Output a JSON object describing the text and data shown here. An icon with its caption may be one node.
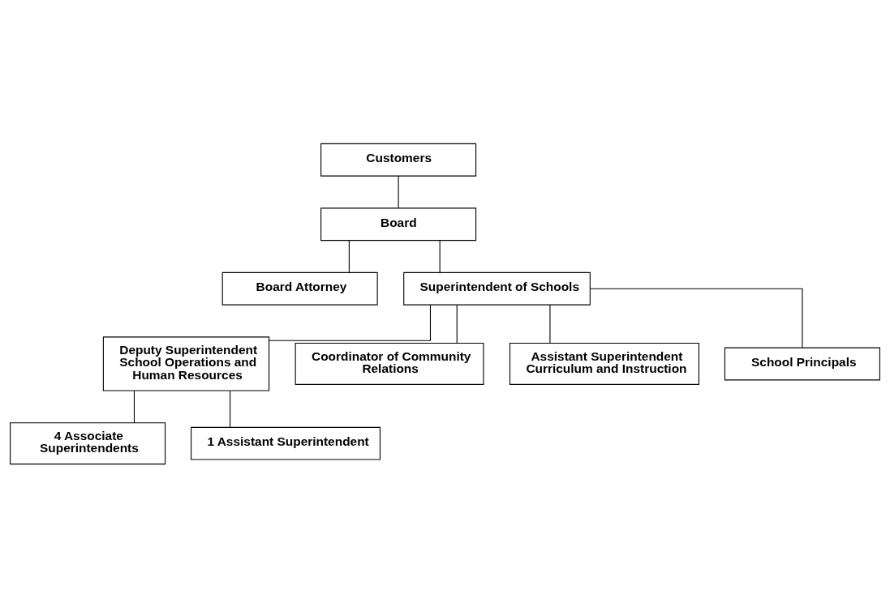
{
  "diagram": {
    "nodes": [
      {
        "text": [
          "Customers"
        ]
      },
      {
        "text": [
          "Board"
        ]
      },
      {
        "text": [
          "Board Attorney"
        ]
      },
      {
        "text": [
          "Superintendent of Schools"
        ]
      },
      {
        "text": [
          "Deputy Superintendent School Operations and Human Resources"
        ]
      },
      {
        "text": [
          "Coordinator of Community Relations"
        ]
      },
      {
        "text": [
          "4 Associate Superintendents"
        ]
      },
      {
        "text": [
          "1 Assistant Superintendent"
        ]
      },
      {
        "text": [
          "Assistant Superintendent Curriculum and Instruction"
        ]
      },
      {
        "text": [
          "School Principals"
        ]
      }
    ],
    "edges": [
      {
        "from": 0,
        "to": 1,
        "arrow": "none"
      },
      {
        "from": 1,
        "to": 2,
        "arrow": "none"
      },
      {
        "from": 1,
        "to": 3,
        "arrow": "none"
      },
      {
        "from": 3,
        "to": 4,
        "arrow": "none"
      },
      {
        "from": 3,
        "to": 5,
        "arrow": "none"
      },
      {
        "from": 4,
        "to": 6,
        "arrow": "none"
      },
      {
        "from": 4,
        "to": 7,
        "arrow": "none"
      },
      {
        "from": 3,
        "to": 8,
        "arrow": "none"
      },
      {
        "from": 3,
        "to": 9,
        "arrow": "none"
      }
    ]
  }
}
